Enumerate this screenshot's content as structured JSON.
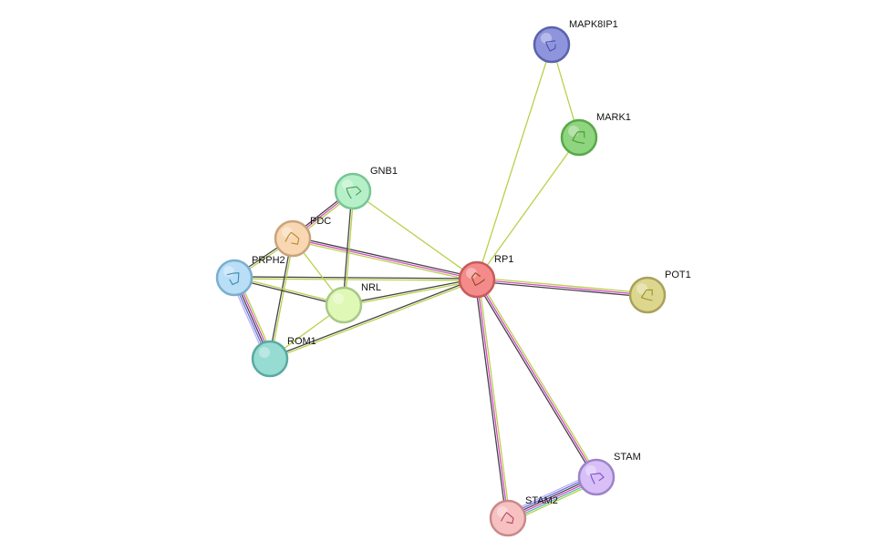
{
  "network": {
    "nodes": [
      {
        "id": "MAPK8IP1",
        "label": "MAPK8IP1",
        "fill": "#8e95dc",
        "stroke": "#5b62ad",
        "glyph": "#4b4fb4"
      },
      {
        "id": "MARK1",
        "label": "MARK1",
        "fill": "#8fd47e",
        "stroke": "#58a84a",
        "glyph": "#4f9a2e"
      },
      {
        "id": "GNB1",
        "label": "GNB1",
        "fill": "#b6f0c8",
        "stroke": "#79c594",
        "glyph": "#4f9a55"
      },
      {
        "id": "PDC",
        "label": "PDC",
        "fill": "#f8d7b2",
        "stroke": "#c9a47a",
        "glyph": "#b48a2a"
      },
      {
        "id": "PRPH2",
        "label": "PRPH2",
        "fill": "#b9def6",
        "stroke": "#7aaed0",
        "glyph": "#3a8ab0"
      },
      {
        "id": "NRL",
        "label": "NRL",
        "fill": "#e0f8b6",
        "stroke": "#a8c886",
        "glyph": "#a8c886"
      },
      {
        "id": "ROM1",
        "label": "ROM1",
        "fill": "#96dcd2",
        "stroke": "#5aaaa2",
        "glyph": "#5aaaa2"
      },
      {
        "id": "RP1",
        "label": "RP1",
        "fill": "#f58a8a",
        "stroke": "#c75a5a",
        "glyph": "#8a4a1a"
      },
      {
        "id": "POT1",
        "label": "POT1",
        "fill": "#dcd68e",
        "stroke": "#a8a25a",
        "glyph": "#9a942e"
      },
      {
        "id": "STAM",
        "label": "STAM",
        "fill": "#d8bff8",
        "stroke": "#9c84c8",
        "glyph": "#8050c0"
      },
      {
        "id": "STAM2",
        "label": "STAM2",
        "fill": "#f8c1c1",
        "stroke": "#c88a8a",
        "glyph": "#b04a5a"
      }
    ],
    "edges": [
      {
        "source": "RP1",
        "target": "MAPK8IP1",
        "colors": [
          "#b8d14a"
        ]
      },
      {
        "source": "RP1",
        "target": "MARK1",
        "colors": [
          "#b8d14a"
        ]
      },
      {
        "source": "MAPK8IP1",
        "target": "MARK1",
        "colors": [
          "#b8d14a"
        ]
      },
      {
        "source": "RP1",
        "target": "GNB1",
        "colors": [
          "#b8d14a"
        ]
      },
      {
        "source": "RP1",
        "target": "PDC",
        "colors": [
          "#b8d14a",
          "#d24ac8",
          "#444444"
        ]
      },
      {
        "source": "RP1",
        "target": "PRPH2",
        "colors": [
          "#b8d14a",
          "#444444"
        ]
      },
      {
        "source": "RP1",
        "target": "NRL",
        "colors": [
          "#b8d14a",
          "#444444"
        ]
      },
      {
        "source": "RP1",
        "target": "ROM1",
        "colors": [
          "#b8d14a",
          "#444444"
        ]
      },
      {
        "source": "RP1",
        "target": "POT1",
        "colors": [
          "#b8d14a",
          "#d24ac8",
          "#444444"
        ]
      },
      {
        "source": "RP1",
        "target": "STAM",
        "colors": [
          "#b8d14a",
          "#d24ac8",
          "#444444"
        ]
      },
      {
        "source": "RP1",
        "target": "STAM2",
        "colors": [
          "#b8d14a",
          "#d24ac8",
          "#444444"
        ]
      },
      {
        "source": "STAM",
        "target": "STAM2",
        "colors": [
          "#b8d14a",
          "#4ab8b8",
          "#d24ac8",
          "#444444",
          "#6e6ee8",
          "#b4b4f0"
        ]
      },
      {
        "source": "GNB1",
        "target": "PDC",
        "colors": [
          "#b8d14a",
          "#d24ac8",
          "#444444"
        ]
      },
      {
        "source": "GNB1",
        "target": "NRL",
        "colors": [
          "#b8d14a",
          "#444444"
        ]
      },
      {
        "source": "PDC",
        "target": "PRPH2",
        "colors": [
          "#b8d14a",
          "#444444"
        ]
      },
      {
        "source": "PDC",
        "target": "NRL",
        "colors": [
          "#b8d14a"
        ]
      },
      {
        "source": "PDC",
        "target": "ROM1",
        "colors": [
          "#b8d14a",
          "#444444"
        ]
      },
      {
        "source": "PRPH2",
        "target": "NRL",
        "colors": [
          "#b8d14a",
          "#444444"
        ]
      },
      {
        "source": "PRPH2",
        "target": "ROM1",
        "colors": [
          "#b8d14a",
          "#d24ac8",
          "#444444",
          "#6e6ee8",
          "#b4b4f0"
        ]
      },
      {
        "source": "NRL",
        "target": "ROM1",
        "colors": [
          "#b8d14a"
        ]
      }
    ]
  }
}
